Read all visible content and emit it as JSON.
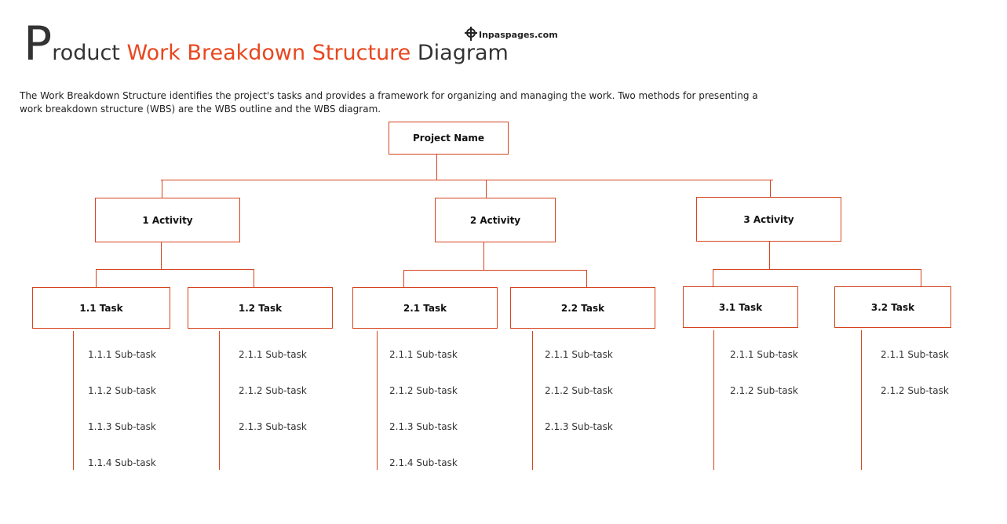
{
  "header": {
    "title_initial": "P",
    "title_part1": "roduct ",
    "title_accent": "Work Breakdown Structure",
    "title_part2": " Diagram",
    "logo_text": "Inpaspages.com",
    "logo_icon": "crosshair-logo-icon"
  },
  "description": "The Work Breakdown Structure identifies the project's tasks and provides a framework for organizing and managing the work. Two methods for presenting a work breakdown structure (WBS) are the WBS outline and the WBS diagram.",
  "colors": {
    "accent": "#e8471f",
    "line": "#d5441f"
  },
  "diagram": {
    "root": "Project Name",
    "activities": [
      {
        "label": "1 Activity",
        "tasks": [
          {
            "label": "1.1 Task",
            "subtasks": [
              "1.1.1 Sub-task",
              "1.1.2 Sub-task",
              "1.1.3 Sub-task",
              "1.1.4 Sub-task"
            ]
          },
          {
            "label": "1.2 Task",
            "subtasks": [
              "2.1.1 Sub-task",
              "2.1.2 Sub-task",
              "2.1.3 Sub-task"
            ]
          }
        ]
      },
      {
        "label": "2 Activity",
        "tasks": [
          {
            "label": "2.1 Task",
            "subtasks": [
              "2.1.1 Sub-task",
              "2.1.2 Sub-task",
              "2.1.3 Sub-task",
              "2.1.4 Sub-task"
            ]
          },
          {
            "label": "2.2 Task",
            "subtasks": [
              "2.1.1 Sub-task",
              "2.1.2 Sub-task",
              "2.1.3 Sub-task"
            ]
          }
        ]
      },
      {
        "label": "3 Activity",
        "tasks": [
          {
            "label": "3.1 Task",
            "subtasks": [
              "2.1.1 Sub-task",
              "2.1.2 Sub-task"
            ]
          },
          {
            "label": "3.2 Task",
            "subtasks": [
              "2.1.1 Sub-task",
              "2.1.2 Sub-task"
            ]
          }
        ]
      }
    ]
  }
}
